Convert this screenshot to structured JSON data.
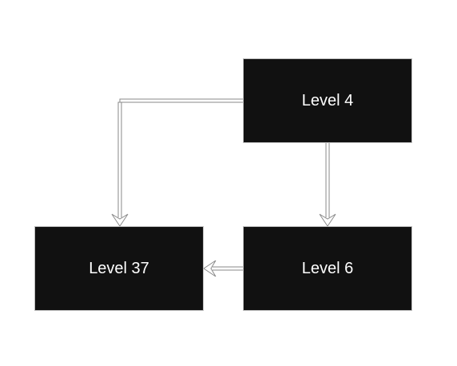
{
  "diagram": {
    "nodes": [
      {
        "id": "n4",
        "label": "Level 4"
      },
      {
        "id": "n37",
        "label": "Level 37"
      },
      {
        "id": "n6",
        "label": "Level 6"
      }
    ],
    "edges": [
      {
        "from": "n4",
        "to": "n37"
      },
      {
        "from": "n4",
        "to": "n6"
      },
      {
        "from": "n6",
        "to": "n37"
      }
    ],
    "colors": {
      "node_fill": "#111111",
      "node_text": "#ffffff",
      "node_border": "#bdbdbd",
      "edge": "#8a8a8a",
      "background": "#ffffff"
    }
  }
}
